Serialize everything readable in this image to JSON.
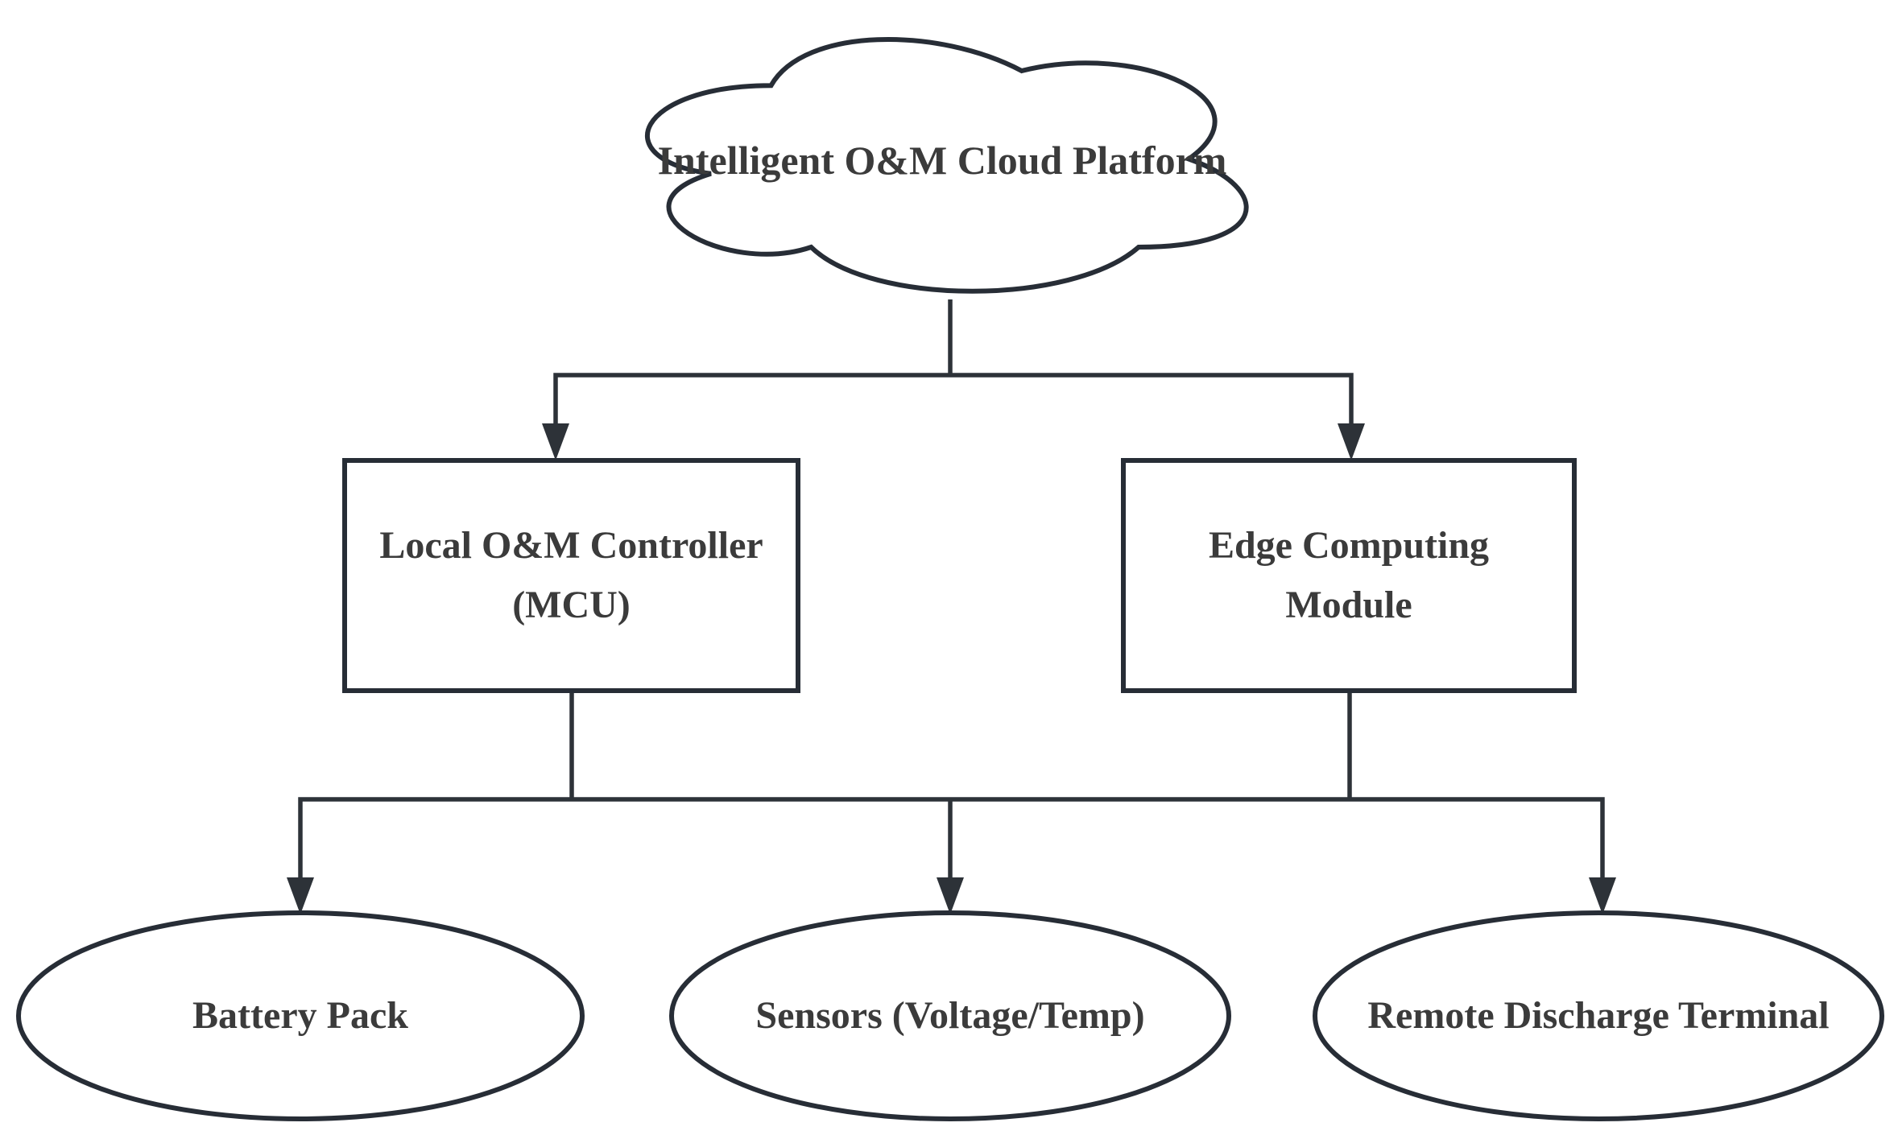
{
  "diagram": {
    "background_color": "#ffffff",
    "shape_stroke_color": "#272d36",
    "connector_color": "#2d3238",
    "text_color": "#3b3b3b",
    "nodes": [
      {
        "id": "cloud",
        "shape": "cloud",
        "label": "Intelligent O&M Cloud Platform"
      },
      {
        "id": "mcu",
        "shape": "rectangle",
        "label": "Local O&M Controller\n(MCU)"
      },
      {
        "id": "edge",
        "shape": "rectangle",
        "label": "Edge Computing\nModule"
      },
      {
        "id": "battery",
        "shape": "ellipse",
        "label": "Battery Pack"
      },
      {
        "id": "sensors",
        "shape": "ellipse",
        "label": "Sensors (Voltage/Temp)"
      },
      {
        "id": "terminal",
        "shape": "ellipse",
        "label": "Remote Discharge Terminal"
      }
    ],
    "edges": [
      {
        "from": "cloud",
        "to": "mcu",
        "arrow": true
      },
      {
        "from": "cloud",
        "to": "edge",
        "arrow": true
      },
      {
        "from": "mcu",
        "to": "battery",
        "arrow": true
      },
      {
        "from": "mcu",
        "to": "sensors",
        "arrow": true
      },
      {
        "from": "edge",
        "to": "sensors",
        "arrow": true
      },
      {
        "from": "edge",
        "to": "terminal",
        "arrow": true
      }
    ]
  }
}
